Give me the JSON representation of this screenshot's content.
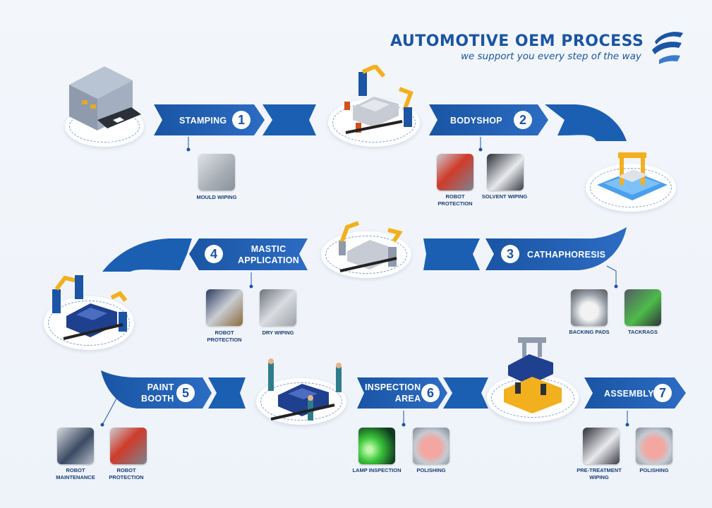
{
  "header": {
    "title": "AUTOMOTIVE OEM PROCESS",
    "subtitle": "we support you every step of the way"
  },
  "colors": {
    "accent": "#1b55a3",
    "accent_light": "#3a7ad0",
    "text_dark": "#1a3d75",
    "background": "#f1f5fb"
  },
  "steps": [
    {
      "number": "1",
      "label": "STAMPING"
    },
    {
      "number": "2",
      "label": "BODYSHOP"
    },
    {
      "number": "3",
      "label": "CATHAPHORESIS"
    },
    {
      "number": "4",
      "label_line1": "MASTIC",
      "label_line2": "APPLICATION"
    },
    {
      "number": "5",
      "label_line1": "PAINT",
      "label_line2": "BOOTH"
    },
    {
      "number": "6",
      "label_line1": "INSPECTION",
      "label_line2": "AREA"
    },
    {
      "number": "7",
      "label": "ASSEMBLY"
    }
  ],
  "products": {
    "mould_wiping": "MOULD WIPING",
    "robot_protection": "ROBOT PROTECTION",
    "solvent_wiping": "SOLVENT WIPING",
    "backing_pads": "BACKING PADS",
    "tackrags": "TACKRAGS",
    "robot_protection_2": "ROBOT PROTECTION",
    "dry_wiping": "DRY WIPING",
    "robot_maintenance": "ROBOT MAINTENANCE",
    "robot_protection_3": "ROBOT PROTECTION",
    "lamp_inspection": "LAMP INSPECTION",
    "polishing": "POLISHING",
    "pre_treatment_wiping": "PRE-TREATMENT WIPING",
    "polishing_2": "POLISHING"
  },
  "icons": {
    "stamping_press": "stamping-press-icon",
    "robot_car": "robot-car-icon",
    "dip_tank": "dip-tank-icon",
    "paint_robot": "paint-robot-icon",
    "inspection_car": "inspection-car-icon",
    "assembly_line": "assembly-line-icon",
    "logo": "brand-logo-icon"
  }
}
